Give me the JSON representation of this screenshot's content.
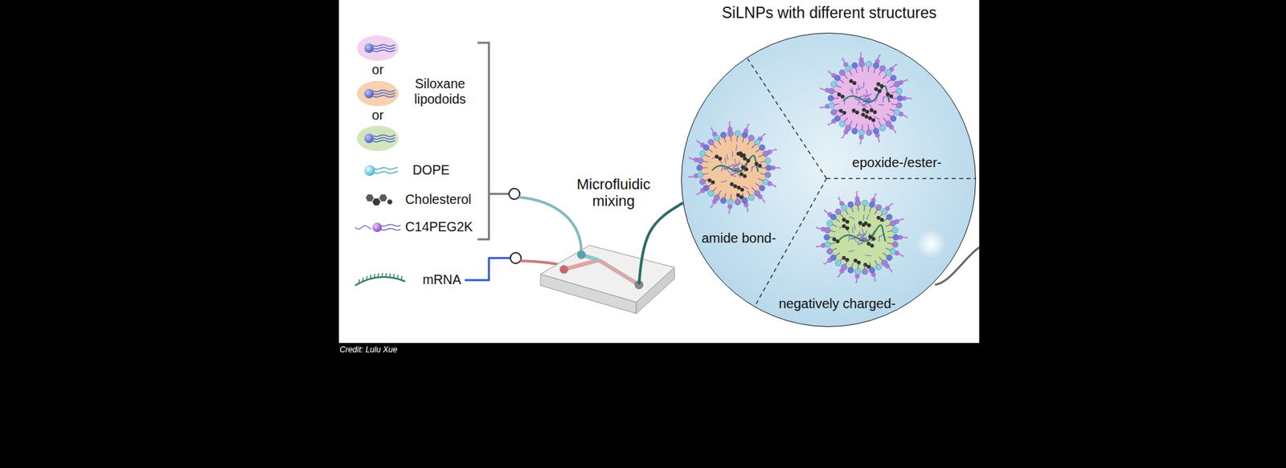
{
  "diagram": {
    "caption": "Credit: Lulu Xue",
    "nodes": [
      {
        "text": [
          "Microfluidic mixing"
        ]
      },
      {
        "text": [
          "SiLNPs with different structures"
        ]
      },
      {
        "text": [
          "epoxide-/ester-"
        ],
        "in": 1
      },
      {
        "text": [
          "amide bond-"
        ],
        "in": 1
      },
      {
        "text": [
          "negatively charged-"
        ],
        "in": 1
      }
    ],
    "edges": [
      {
        "from": 0,
        "to": 1,
        "arrow": "none"
      }
    ],
    "labels": [
      "or",
      "or"
    ],
    "legend": [
      {
        "text": "Siloxane lipodoids"
      },
      {
        "text": "DOPE"
      },
      {
        "text": "Cholesterol"
      },
      {
        "text": "C14PEG2K"
      },
      {
        "text": "mRNA"
      }
    ]
  }
}
